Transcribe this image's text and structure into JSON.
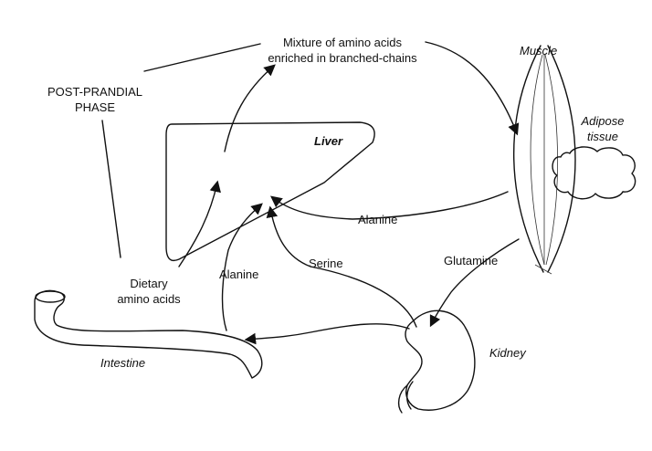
{
  "phase_label": {
    "line1": "POST-PRANDIAL",
    "line2": "PHASE"
  },
  "mixture_label": {
    "line1": "Mixture of amino acids",
    "line2": "enriched in branched-chains"
  },
  "organs": {
    "liver": "Liver",
    "muscle": "Muscle",
    "adipose": {
      "line1": "Adipose",
      "line2": "tissue"
    },
    "kidney": "Kidney",
    "intestine": "Intestine"
  },
  "flows": {
    "dietary": {
      "line1": "Dietary",
      "line2": "amino acids"
    },
    "alanine_muscle": "Alanine",
    "alanine_intestine": "Alanine",
    "serine": "Serine",
    "glutamine": "Glutamine"
  }
}
